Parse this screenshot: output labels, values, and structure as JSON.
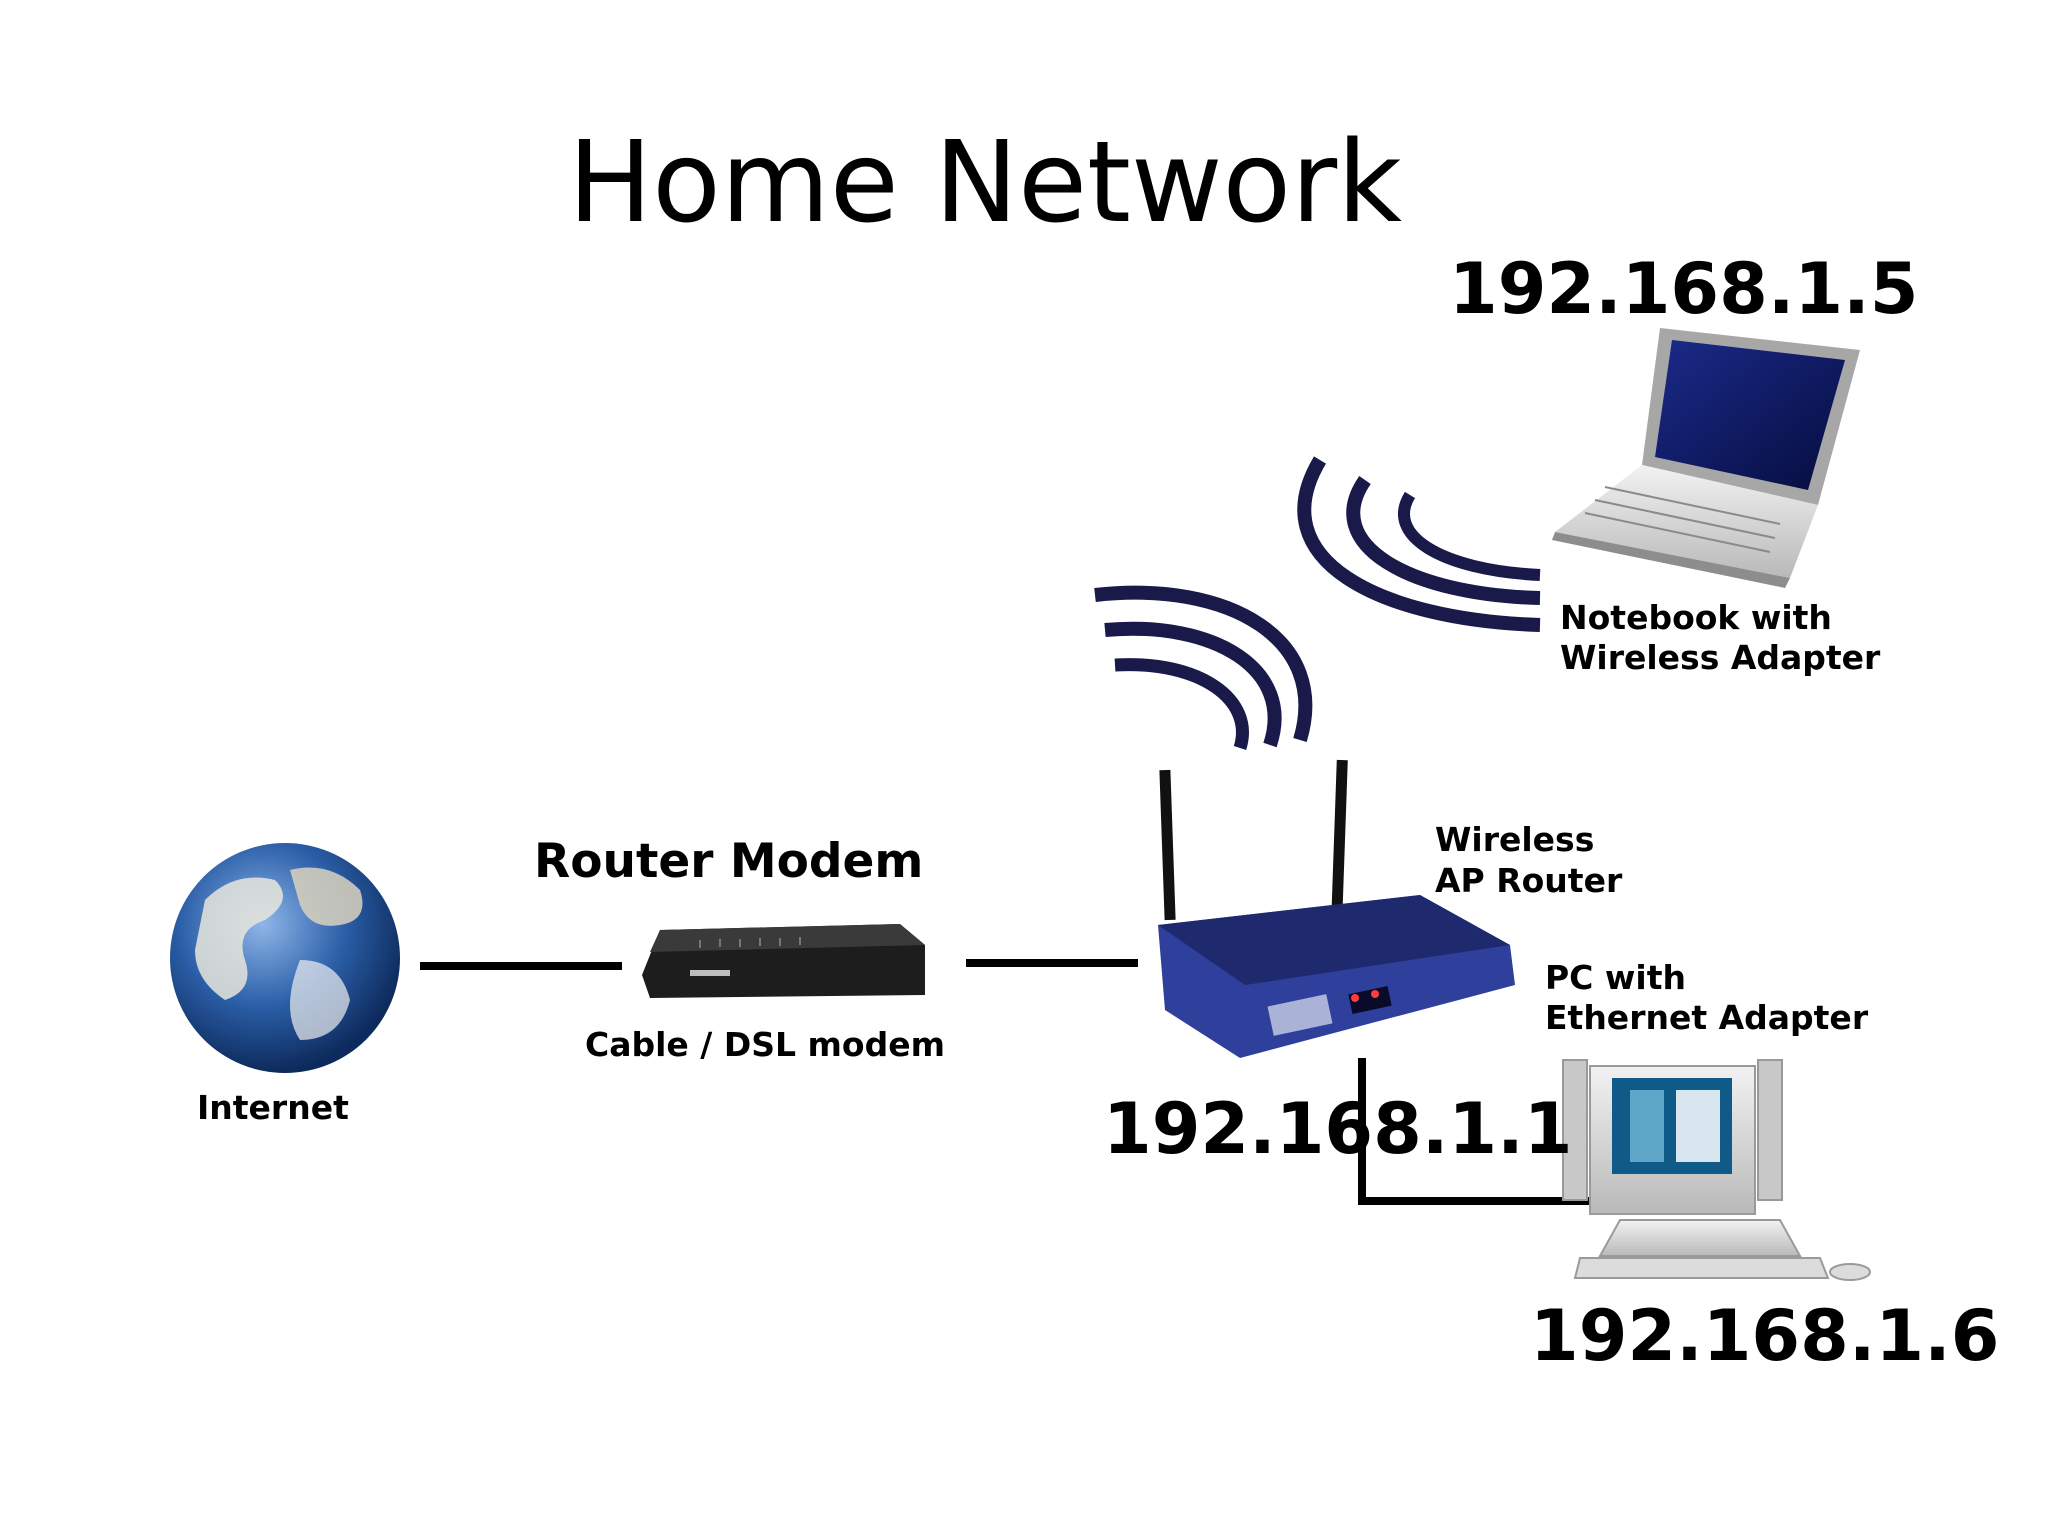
{
  "title": "Home Network",
  "nodes": {
    "internet": {
      "label": "Internet"
    },
    "modem": {
      "heading": "Router Modem",
      "label": "Cable / DSL modem"
    },
    "router": {
      "label_line1": "Wireless",
      "label_line2": "AP Router",
      "ip": "192.168.1.1"
    },
    "notebook": {
      "label_line1": "Notebook with",
      "label_line2": "Wireless Adapter",
      "ip": "192.168.1.5"
    },
    "pc": {
      "label_line1": "PC with",
      "label_line2": "Ethernet Adapter",
      "ip": "192.168.1.6"
    }
  },
  "colors": {
    "wave": "#1a1a4a",
    "router_body": "#2f3f9c",
    "globe_ocean": "#1f4f9a",
    "line": "#000000"
  }
}
